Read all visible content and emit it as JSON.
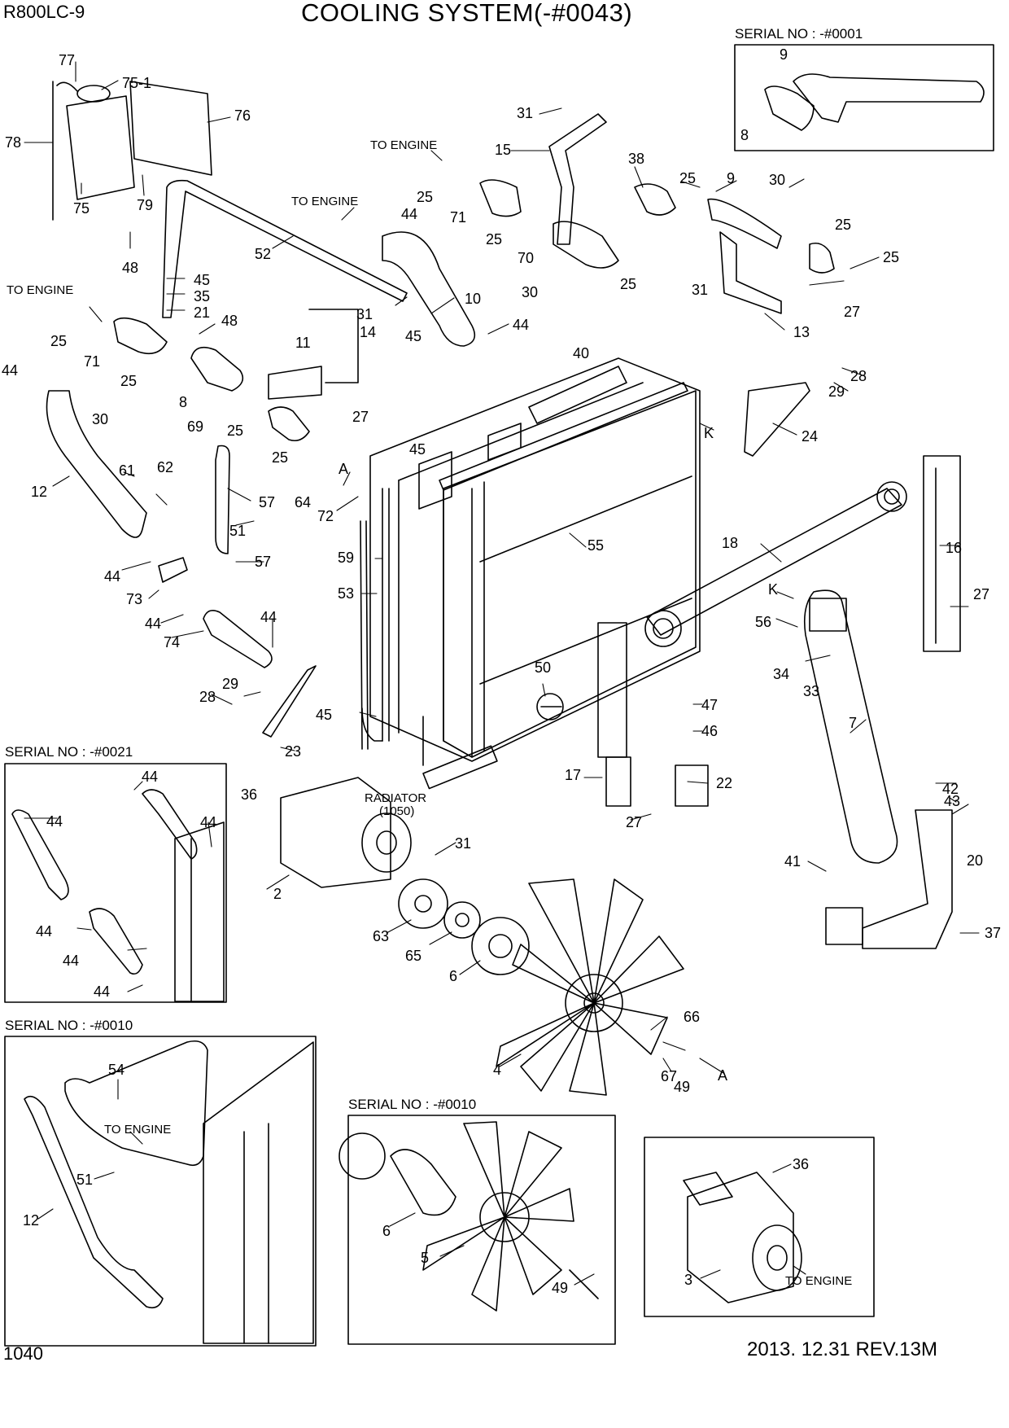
{
  "header": {
    "model": "R800LC-9",
    "title": "COOLING SYSTEM(-#0043)"
  },
  "footer": {
    "page_number": "1040",
    "revision": "2013. 12.31  REV.13M"
  },
  "notes": {
    "to_engine": "TO ENGINE",
    "radiator_line1": "RADIATOR",
    "radiator_line2": "(1050)"
  },
  "insets": {
    "serial_0001": "SERIAL NO : -#0001",
    "serial_0021": "SERIAL NO : -#0021",
    "serial_0010_hose": "SERIAL NO : -#0010",
    "serial_0010_fan": "SERIAL NO : -#0010"
  },
  "part_numbers": {
    "p2": "2",
    "p3": "3",
    "p4": "4",
    "p5": "5",
    "p6": "6",
    "p7": "7",
    "p8": "8",
    "p9": "9",
    "p10": "10",
    "p11": "11",
    "p12": "12",
    "p13": "13",
    "p14": "14",
    "p15": "15",
    "p16": "16",
    "p17": "17",
    "p18": "18",
    "p20": "20",
    "p21": "21",
    "p22": "22",
    "p23": "23",
    "p24": "24",
    "p25": "25",
    "p27": "27",
    "p28": "28",
    "p29": "29",
    "p30": "30",
    "p31": "31",
    "p33": "33",
    "p34": "34",
    "p35": "35",
    "p36": "36",
    "p37": "37",
    "p38": "38",
    "p40": "40",
    "p41": "41",
    "p42": "42",
    "p43": "43",
    "p44": "44",
    "p45": "45",
    "p46": "46",
    "p47": "47",
    "p48": "48",
    "p49": "49",
    "p50": "50",
    "p51": "51",
    "p52": "52",
    "p53": "53",
    "p54": "54",
    "p55": "55",
    "p56": "56",
    "p57": "57",
    "p59": "59",
    "p61": "61",
    "p62": "62",
    "p63": "63",
    "p64": "64",
    "p65": "65",
    "p66": "66",
    "p67": "67",
    "p69": "69",
    "p70": "70",
    "p71": "71",
    "p72": "72",
    "p73": "73",
    "p74": "74",
    "p75": "75",
    "p75_1": "75-1",
    "p76": "76",
    "p77": "77",
    "p78": "78",
    "p79": "79"
  },
  "callouts": {
    "A": "A",
    "K": "K"
  }
}
